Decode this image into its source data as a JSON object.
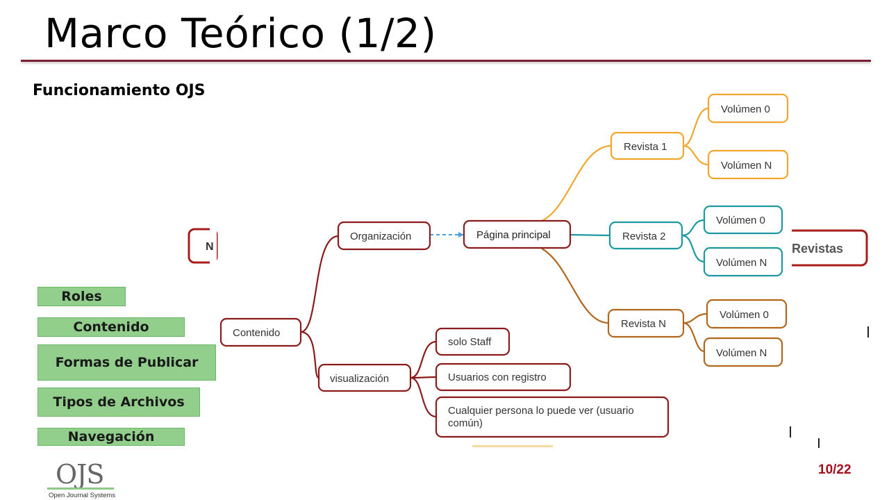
{
  "title": "Marco Teórico (1/2)",
  "subtitle": "Funcionamiento OJS",
  "nav": [
    "Roles",
    "Contenido",
    "Formas de Publicar",
    "Tipos de Archivos",
    "Navegación"
  ],
  "diagram": {
    "nodes": {
      "organizacion": "Organización",
      "pagina_principal": "Página principal",
      "revista1": "Revista 1",
      "r1_vol0": "Volúmen 0",
      "r1_voln": "Volúmen N",
      "revista2": "Revista 2",
      "r2_vol0": "Volúmen 0",
      "r2_voln": "Volúmen N",
      "revistan": "Revista N",
      "rn_vol0": "Volúmen 0",
      "rn_voln": "Volúmen N",
      "contenido": "Contenido",
      "visualizacion": "visualización",
      "solo_staff": "solo Staff",
      "usuarios_registro": "Usuarios con registro",
      "cualquier_l1": "Cualquier persona lo puede ver (usuario",
      "cualquier_l2": "común)",
      "revistas_right": "Revistas",
      "left_partial": "N"
    },
    "colors": {
      "main": "#8b1a1a",
      "revista1": "#f2a62b",
      "revista2": "#1a9aa0",
      "revistan": "#b2661c",
      "link": "#4aa3e0"
    }
  },
  "logo": {
    "main": "OJS",
    "sub": "Open Journal Systems"
  },
  "page": "10/22"
}
